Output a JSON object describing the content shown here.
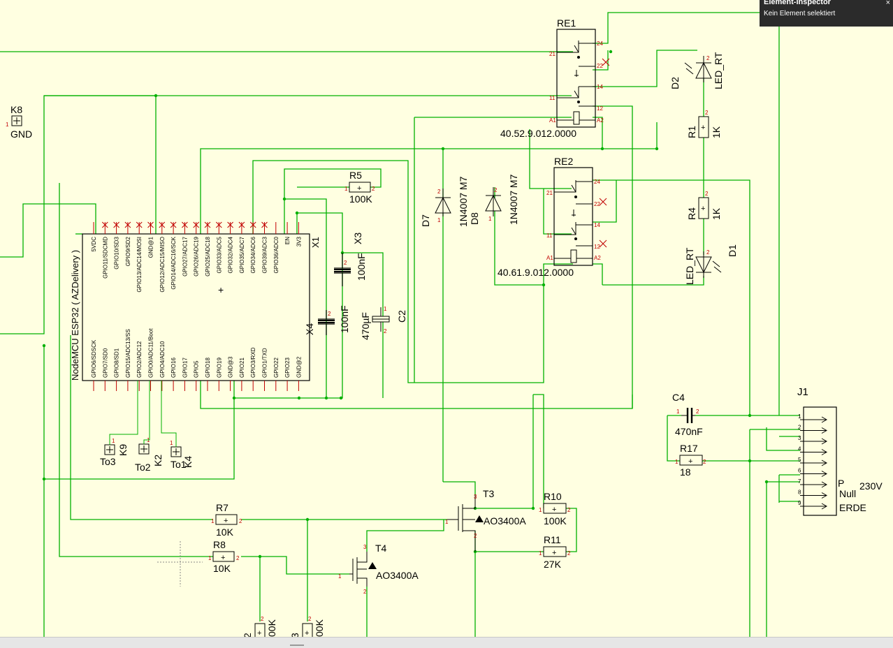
{
  "inspector": {
    "title": "Element-Inspector",
    "status": "Kein Element selektiert",
    "close": "×"
  },
  "connectors": {
    "K8": "K8",
    "GND": "GND",
    "K9": "K9",
    "To3": "To3",
    "K2": "K2",
    "To2": "To2",
    "K4": "K4",
    "To1": "To1"
  },
  "resistors": {
    "R5": {
      "name": "R5",
      "value": "100K"
    },
    "R7": {
      "name": "R7",
      "value": "10K"
    },
    "R8": {
      "name": "R8",
      "value": "10K"
    },
    "R10": {
      "name": "R10",
      "value": "100K"
    },
    "R11": {
      "name": "R11",
      "value": "27K"
    },
    "R17": {
      "name": "R17",
      "value": "18"
    },
    "R1": {
      "name": "R1",
      "value": "1K"
    },
    "R4": {
      "name": "R4",
      "value": "1K"
    },
    "R2_partial": {
      "name": "2",
      "value": "00K"
    },
    "R3_partial": {
      "name": "3",
      "value": "00K"
    }
  },
  "capacitors": {
    "X3": {
      "name": "X3",
      "value": "100nF"
    },
    "X4": {
      "name": "X4",
      "value": "100nF"
    },
    "C2": {
      "name": "C2",
      "value": "470µF"
    },
    "C4": {
      "name": "C4",
      "value": "470nF"
    }
  },
  "diodes": {
    "D7": {
      "name": "D7",
      "value": "1N4007 M7"
    },
    "D8": {
      "name": "D8",
      "value": "1N4007 M7"
    },
    "D2": {
      "name": "D2",
      "value": "LED_RT"
    },
    "D1": {
      "name": "D1",
      "value": "LED_RT"
    }
  },
  "transistors": {
    "T3": {
      "name": "T3",
      "value": "AO3400A"
    },
    "T4": {
      "name": "T4",
      "value": "AO3400A"
    }
  },
  "relays": {
    "RE1": {
      "name": "RE1",
      "value": "40.52.9.012.0000",
      "pins": [
        "21",
        "24",
        "22",
        "11",
        "14",
        "A1",
        "12",
        "A2"
      ]
    },
    "RE2": {
      "name": "RE2",
      "value": "40.61.9.012.0000",
      "pins": [
        "21",
        "24",
        "22",
        "11",
        "14",
        "A1",
        "12",
        "A2"
      ]
    }
  },
  "mcu": {
    "name": "X1",
    "title": "NodeMCU ESP32 ( AZDelivery )",
    "top_pins": [
      {
        "label": "5VDC",
        "color": "#c00000"
      },
      {
        "label": "GPIO11/SDCMD",
        "color": "#000000"
      },
      {
        "label": "GPIO10/SD3",
        "color": "#000000"
      },
      {
        "label": "GPIO9/SD2",
        "color": "#000000"
      },
      {
        "label": "GPIO13/ADC14/MOSI",
        "color": "#1f9cc9"
      },
      {
        "label": "GND@1",
        "color": "#000000"
      },
      {
        "label": "GPIO12/ADC15/MISO",
        "color": "#e08a00"
      },
      {
        "label": "GPIO14/ADC16/SCK",
        "color": "#e08a00"
      },
      {
        "label": "GPIO27/ADC17",
        "color": "#c00000"
      },
      {
        "label": "GPIO26/ADC19",
        "color": "#000000"
      },
      {
        "label": "GPIO25/ADC18",
        "color": "#1aa51a"
      },
      {
        "label": "GPIO33/ADC5",
        "color": "#1aa51a"
      },
      {
        "label": "GPIO32/ADC4",
        "color": "#1aa51a"
      },
      {
        "label": "GPIO35/ADC7",
        "color": "#1aa51a"
      },
      {
        "label": "GPIO34/ADC6",
        "color": "#1a1acc"
      },
      {
        "label": "GPIO39/ADC3",
        "color": "#1a1acc"
      },
      {
        "label": "GPIO36/ADC0",
        "color": "#000000"
      },
      {
        "label": "EN",
        "color": "#000000"
      },
      {
        "label": "3V3",
        "color": "#cc00cc"
      }
    ],
    "bottom_pins": [
      {
        "label": "GPIO6/SDSCK",
        "color": "#000000"
      },
      {
        "label": "GPIO7/SD0",
        "color": "#000000"
      },
      {
        "label": "GPIO8/SD1",
        "color": "#000000"
      },
      {
        "label": "GPIO15/ADC13/SS",
        "color": "#000000"
      },
      {
        "label": "GPIO2/ADC12",
        "color": "#c00000"
      },
      {
        "label": "GPIO0/ADC11/Boot",
        "color": "#000000"
      },
      {
        "label": "GPIO4/ADC10",
        "color": "#cc00cc"
      },
      {
        "label": "GPIO16",
        "color": "#cc00cc"
      },
      {
        "label": "GPIO17",
        "color": "#cc00cc"
      },
      {
        "label": "GPIO5",
        "color": "#cc00cc"
      },
      {
        "label": "GPIO18",
        "color": "#1a1acc"
      },
      {
        "label": "GPIO19",
        "color": "#1a1acc"
      },
      {
        "label": "GND@3",
        "color": "#000000"
      },
      {
        "label": "GPIO21",
        "color": "#c00000"
      },
      {
        "label": "GPIO3/RXD",
        "color": "#cc00cc"
      },
      {
        "label": "GPIO1/TXD",
        "color": "#1a1acc"
      },
      {
        "label": "GPIO22",
        "color": "#1a1acc"
      },
      {
        "label": "GPIO23",
        "color": "#1a1acc"
      },
      {
        "label": "GND@2",
        "color": "#1a1acc"
      }
    ]
  },
  "terminal": {
    "name": "J1",
    "pins": [
      "1",
      "2",
      "3",
      "4",
      "5",
      "6",
      "7",
      "8",
      "9"
    ],
    "labels": [
      "P",
      "Null",
      "ERDE"
    ],
    "voltage": "230V"
  },
  "colors": {
    "wire": "#00b000",
    "part": "#000000",
    "pin_number": "#c00000",
    "background": "#ffffe1"
  }
}
